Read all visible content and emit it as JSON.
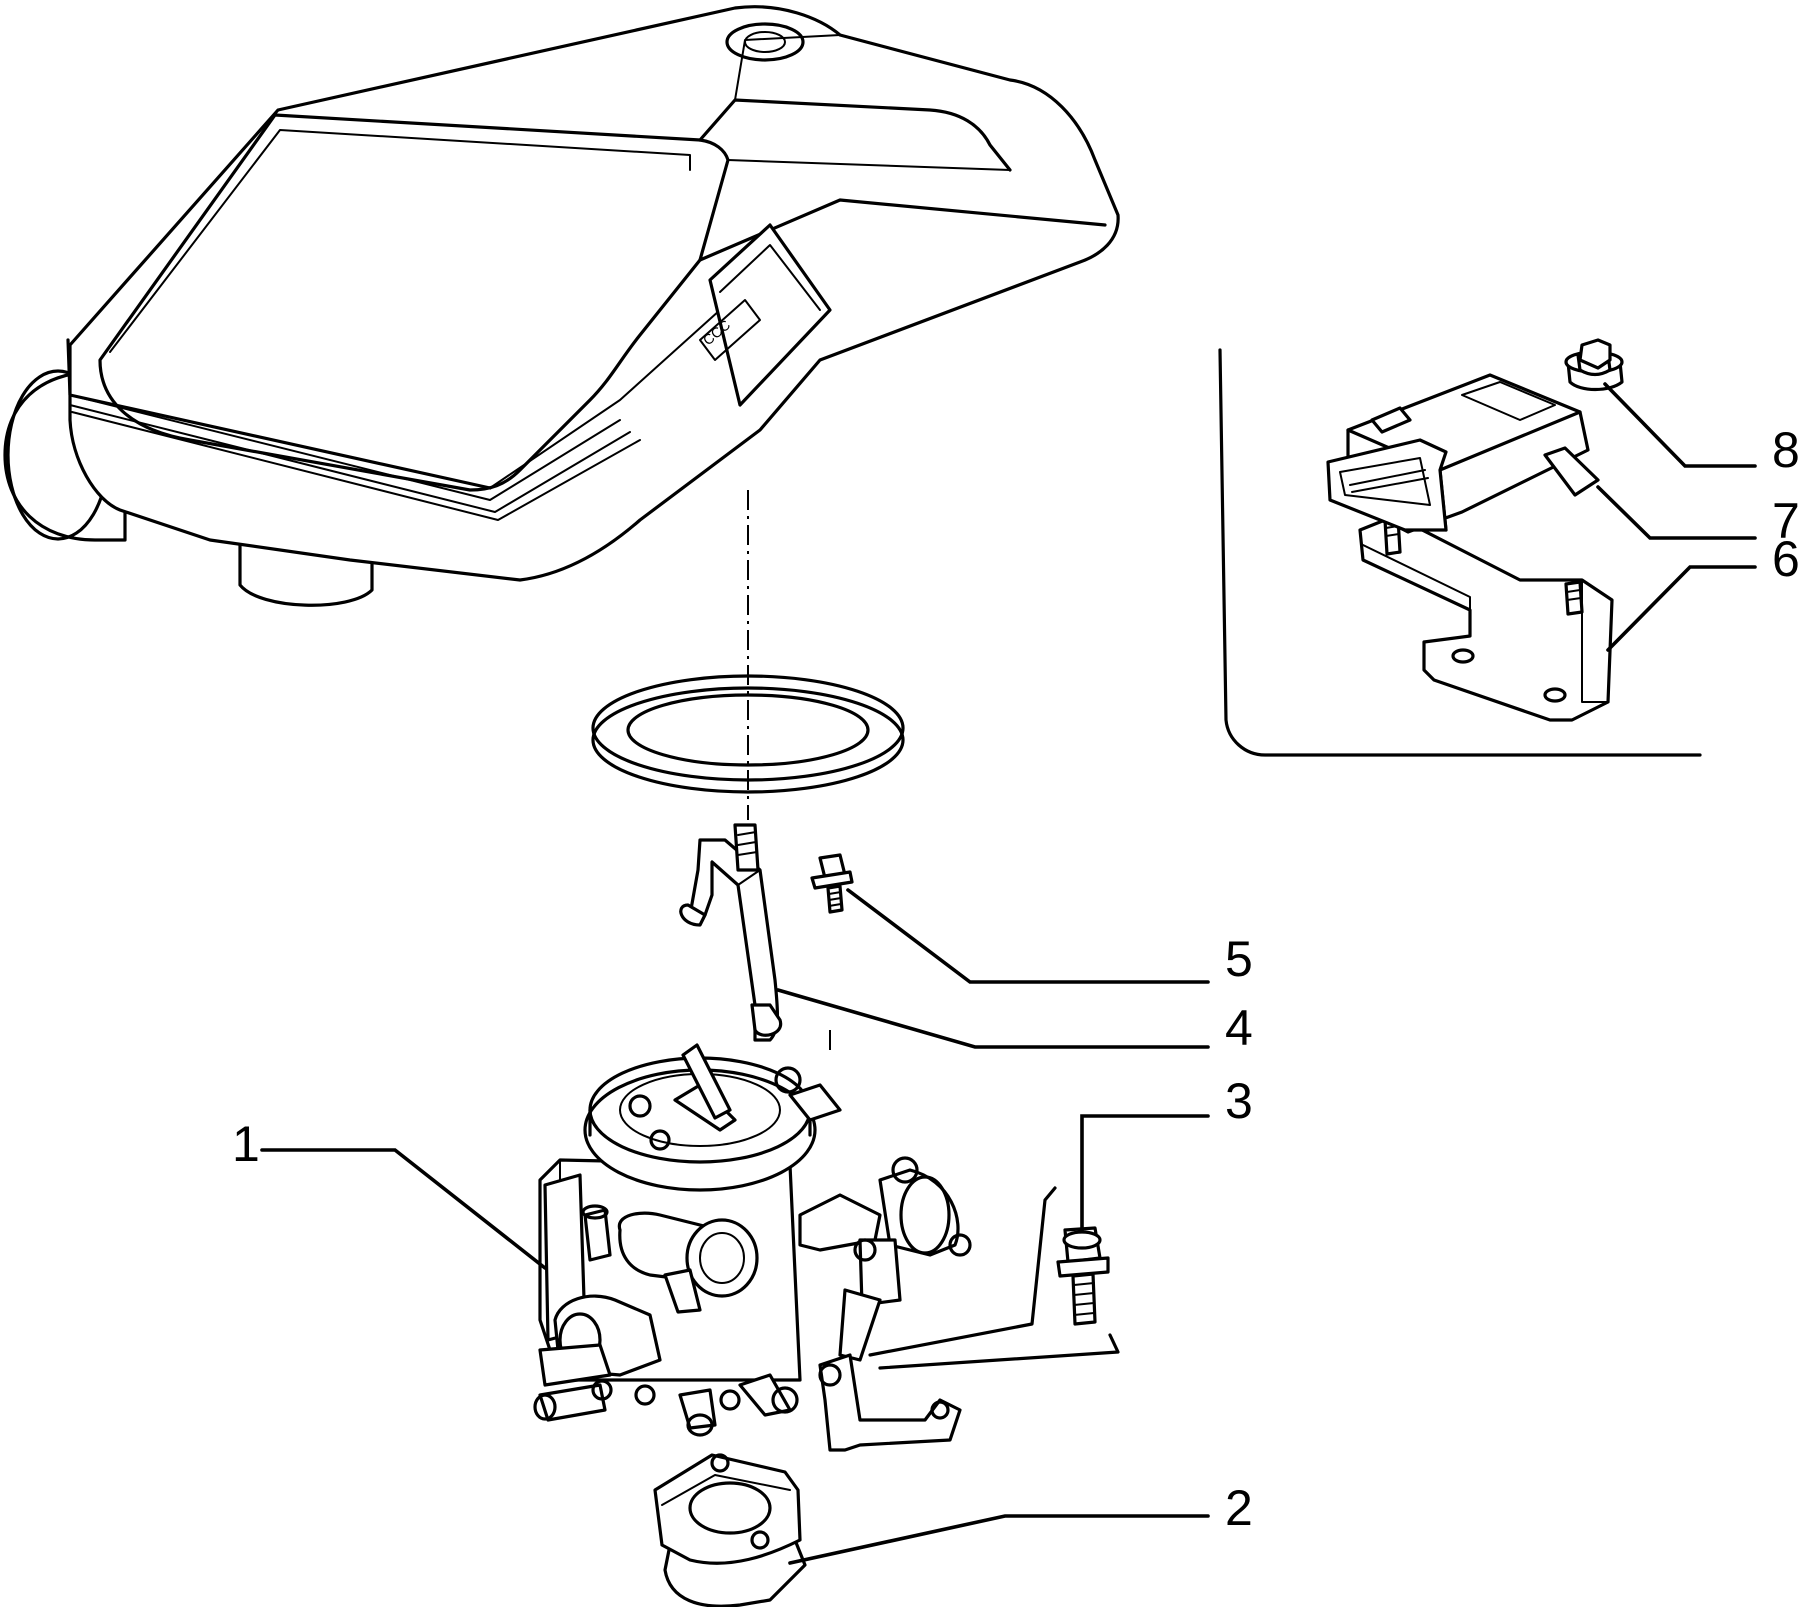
{
  "callouts": [
    {
      "id": "1",
      "label": "1",
      "part": "carburettor"
    },
    {
      "id": "2",
      "label": "2",
      "part": "spacer-flange"
    },
    {
      "id": "3",
      "label": "3",
      "part": "bolt"
    },
    {
      "id": "4",
      "label": "4",
      "part": "bracket"
    },
    {
      "id": "5",
      "label": "5",
      "part": "screw"
    },
    {
      "id": "6",
      "label": "6",
      "part": "ecu-mounting-bracket"
    },
    {
      "id": "7",
      "label": "7",
      "part": "control-unit"
    },
    {
      "id": "8",
      "label": "8",
      "part": "nut"
    }
  ]
}
